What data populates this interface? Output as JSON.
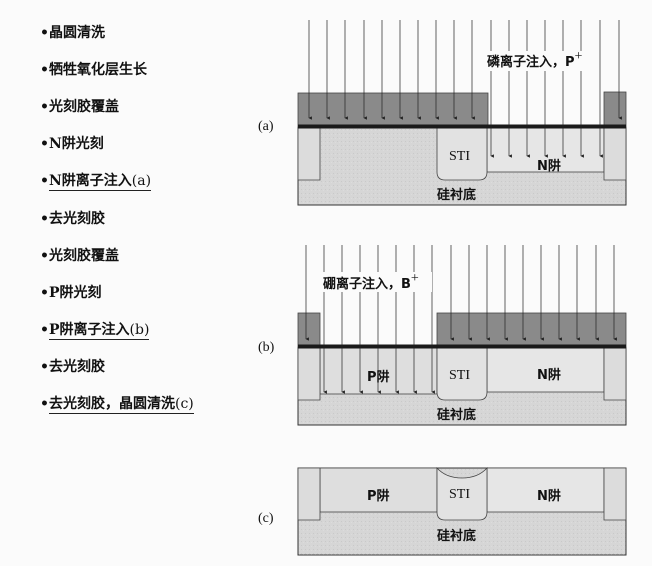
{
  "process_steps": [
    {
      "text": "晶圆清洗",
      "suffix": "",
      "underlined": false
    },
    {
      "text": "牺牲氧化层生长",
      "suffix": "",
      "underlined": false
    },
    {
      "text": "光刻胶覆盖",
      "suffix": "",
      "underlined": false
    },
    {
      "text": "N阱光刻",
      "suffix": "",
      "underlined": false
    },
    {
      "text": "N阱离子注入",
      "suffix": "(a)",
      "underlined": true
    },
    {
      "text": "去光刻胶",
      "suffix": "",
      "underlined": false
    },
    {
      "text": "光刻胶覆盖",
      "suffix": "",
      "underlined": false
    },
    {
      "text": "P阱光刻",
      "suffix": "",
      "underlined": false
    },
    {
      "text": "P阱离子注入",
      "suffix": "(b)",
      "underlined": true
    },
    {
      "text": "去光刻胶",
      "suffix": "",
      "underlined": false
    },
    {
      "text": "去光刻胶，晶圆清洗",
      "suffix": "(c)",
      "underlined": true
    }
  ],
  "bullet": "•",
  "panels": {
    "a": {
      "label": "(a)",
      "implant_label": "磷离子注入，P",
      "implant_sup": "+",
      "sti_label": "STI",
      "well_label": "N阱",
      "substrate_label": "硅衬底"
    },
    "b": {
      "label": "(b)",
      "implant_label": "硼离子注入，B",
      "implant_sup": "+",
      "sti_label": "STI",
      "p_well_label": "P阱",
      "n_well_label": "N阱",
      "substrate_label": "硅衬底"
    },
    "c": {
      "label": "(c)",
      "sti_label": "STI",
      "p_well_label": "P阱",
      "n_well_label": "N阱",
      "substrate_label": "硅衬底"
    }
  },
  "colors": {
    "photoresist": "#8a8a8a",
    "oxide": "#1a1a1a",
    "substrate": "#d6d6d6",
    "well": "#e4e4e4",
    "sti": "#dadada",
    "outline": "#333333",
    "arrow": "#222222"
  }
}
